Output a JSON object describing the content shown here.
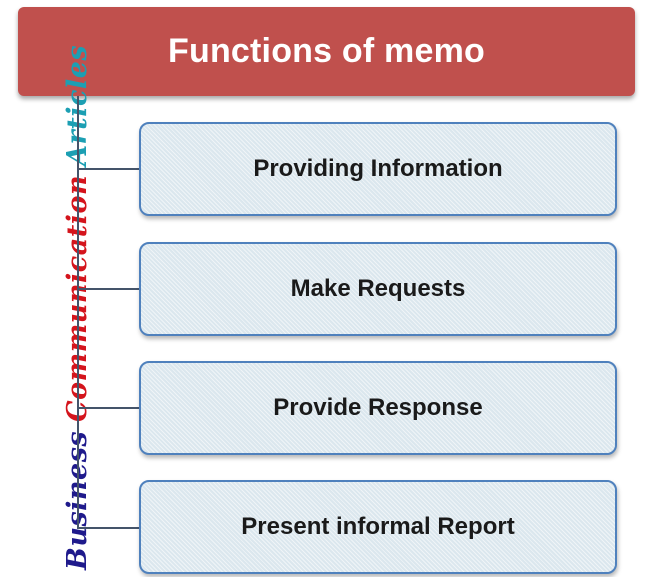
{
  "diagram": {
    "title": "Functions of memo",
    "items": [
      {
        "label": "Providing Information"
      },
      {
        "label": "Make Requests"
      },
      {
        "label": "Provide Response"
      },
      {
        "label": "Present informal Report"
      }
    ]
  },
  "watermark": {
    "words": [
      "Business",
      "Communication",
      "Articles"
    ],
    "colors": [
      "#1f1a8c",
      "#d4141c",
      "#1c9fb3"
    ]
  },
  "colors": {
    "title_fill": "#c0504d",
    "node_border": "#4f81bd",
    "node_fill": "#dbe7ee",
    "connector": "#44546a"
  }
}
